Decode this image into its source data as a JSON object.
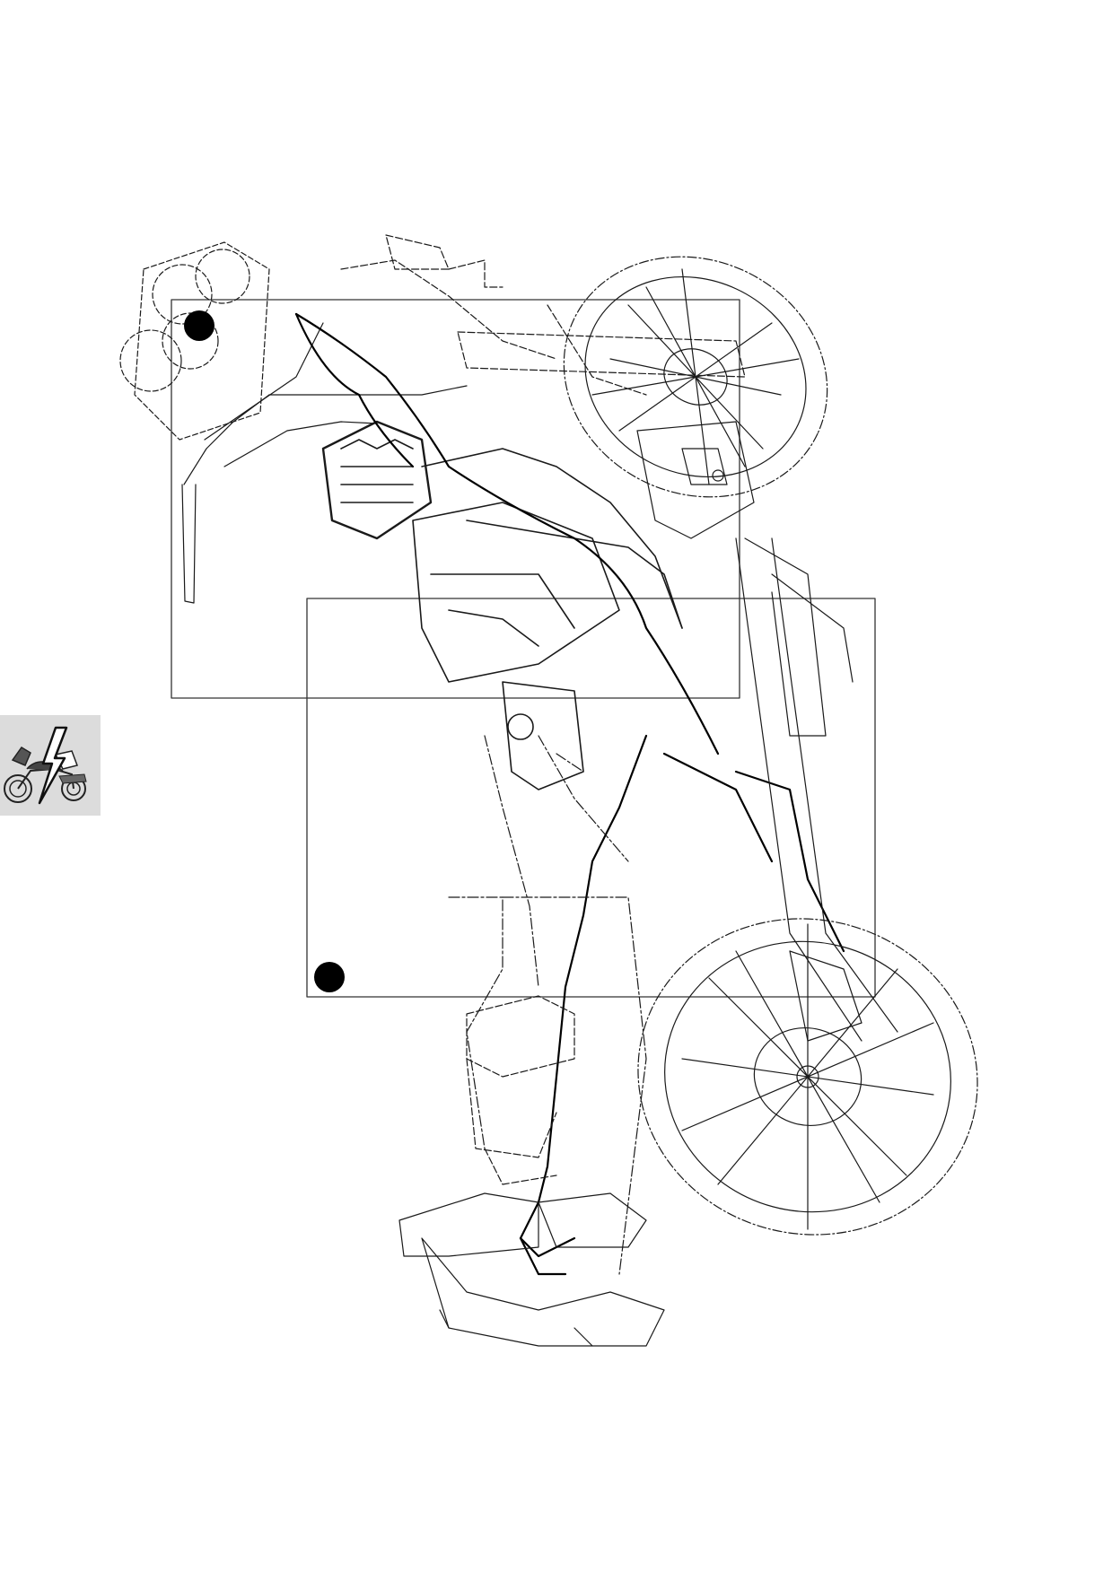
{
  "page": {
    "background": "#ffffff",
    "line_color": "#1a1a1a"
  },
  "figure": {
    "subject": "motorcycle-wiring-harness-exploded-view",
    "callouts": [
      {
        "id": "callout-1",
        "label": "",
        "style": "filled-circle"
      },
      {
        "id": "callout-2",
        "label": "",
        "style": "filled-circle"
      }
    ],
    "detail_frames": [
      {
        "id": "detail-frame-upper"
      },
      {
        "id": "detail-frame-lower"
      }
    ]
  },
  "section_tab": {
    "icon": "motorcycle-electrical-icon",
    "background": "#dcdcdc"
  }
}
